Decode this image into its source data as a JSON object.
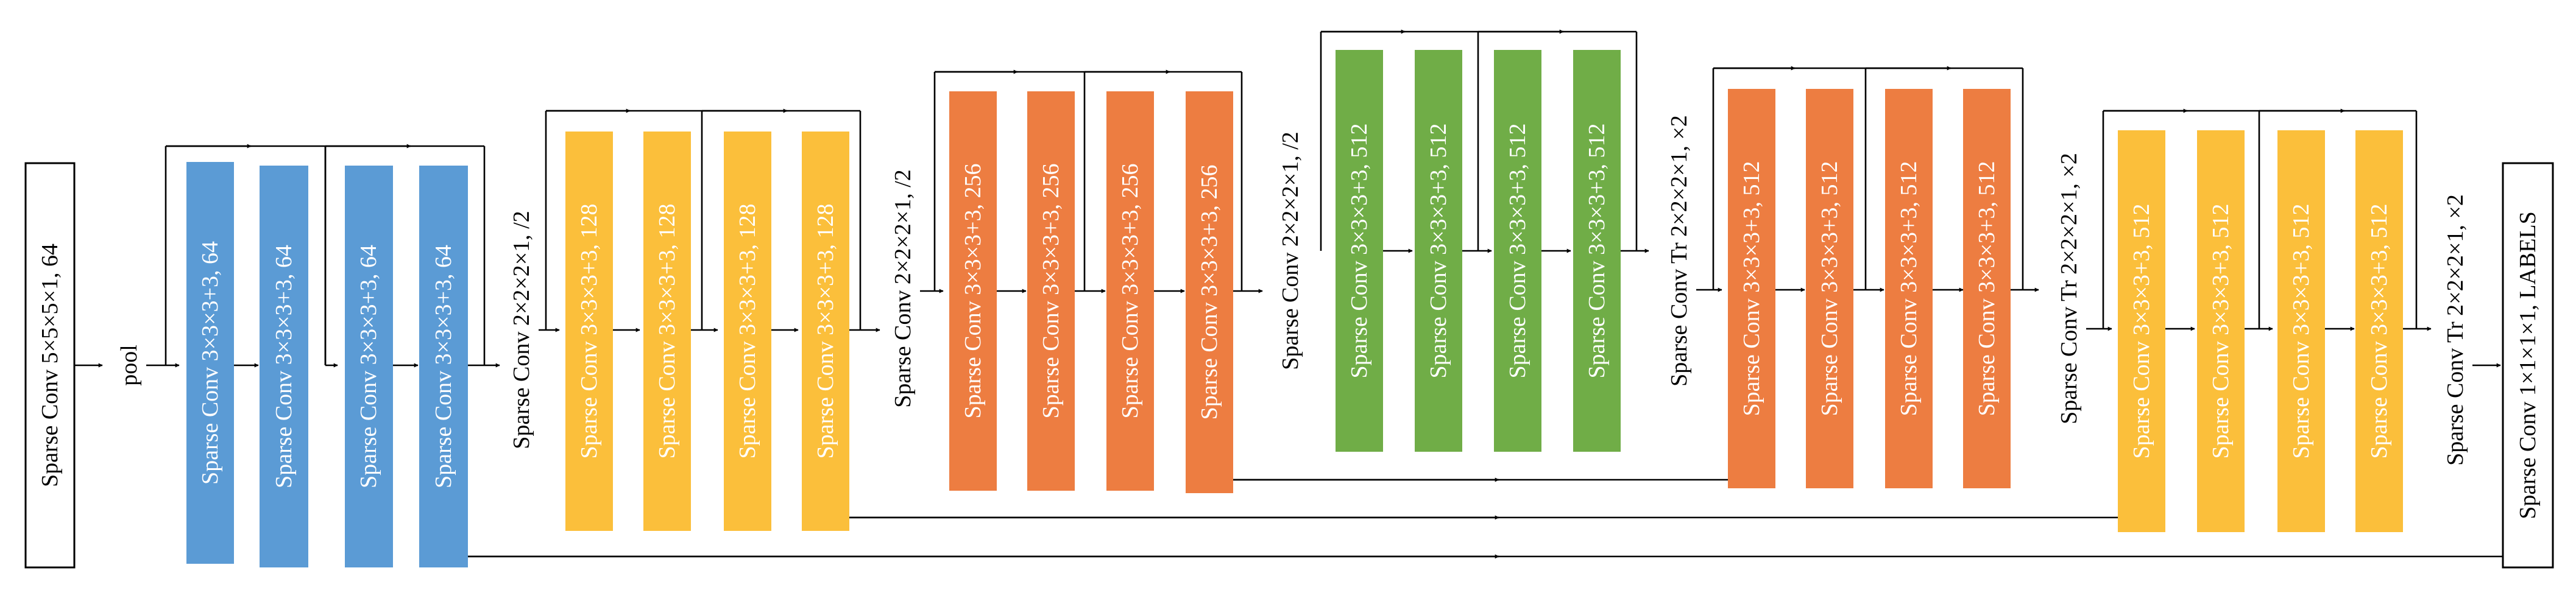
{
  "colors": {
    "blue": "#5b9bd5",
    "yellow": "#fbbf3b",
    "orange": "#ed7d41",
    "green": "#70ad47"
  },
  "input_block": {
    "label": "Sparse Conv 5×5×5×1, 64"
  },
  "pool": {
    "label": "pool"
  },
  "stage1": {
    "color": "blue",
    "blocks": [
      "Sparse Conv 3×3×3+3, 64",
      "Sparse Conv 3×3×3+3, 64",
      "Sparse Conv 3×3×3+3, 64",
      "Sparse Conv 3×3×3+3, 64"
    ]
  },
  "down1": {
    "label": "Sparse Conv 2×2×2×1, /2"
  },
  "stage2": {
    "color": "yellow",
    "blocks": [
      "Sparse Conv 3×3×3+3, 128",
      "Sparse Conv 3×3×3+3, 128",
      "Sparse Conv 3×3×3+3, 128",
      "Sparse Conv 3×3×3+3, 128"
    ]
  },
  "down2": {
    "label": "Sparse Conv 2×2×2×1, /2"
  },
  "stage3": {
    "color": "orange",
    "blocks": [
      "Sparse Conv 3×3×3+3, 256",
      "Sparse Conv 3×3×3+3, 256",
      "Sparse Conv 3×3×3+3, 256",
      "Sparse Conv 3×3×3+3, 256"
    ]
  },
  "down3": {
    "label": "Sparse Conv 2×2×2×1, /2"
  },
  "stage4": {
    "color": "green",
    "blocks": [
      "Sparse Conv 3×3×3+3, 512",
      "Sparse Conv 3×3×3+3, 512",
      "Sparse Conv 3×3×3+3, 512",
      "Sparse Conv 3×3×3+3, 512"
    ]
  },
  "up1": {
    "label": "Sparse Conv Tr 2×2×2×1, ×2"
  },
  "stage5": {
    "color": "orange",
    "blocks": [
      "Sparse Conv 3×3×3+3, 512",
      "Sparse Conv 3×3×3+3, 512",
      "Sparse Conv 3×3×3+3, 512",
      "Sparse Conv 3×3×3+3, 512"
    ]
  },
  "up2": {
    "label": "Sparse Conv Tr 2×2×2×1, ×2"
  },
  "stage6": {
    "color": "yellow",
    "blocks": [
      "Sparse Conv 3×3×3+3, 512",
      "Sparse Conv 3×3×3+3, 512",
      "Sparse Conv 3×3×3+3, 512",
      "Sparse Conv 3×3×3+3, 512"
    ]
  },
  "up3": {
    "label": "Sparse Conv Tr 2×2×2×1, ×2"
  },
  "output_block": {
    "label": "Sparse Conv 1×1×1×1, LABELS"
  }
}
